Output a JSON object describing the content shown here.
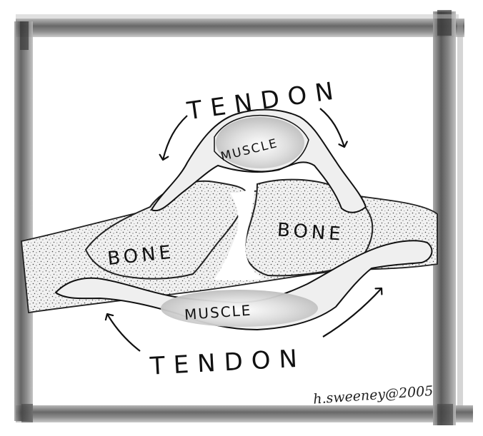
{
  "diagram": {
    "labels": {
      "tendon_top": "TENDON",
      "tendon_bottom": "TENDON",
      "muscle_top": "MUSCLE",
      "muscle_bottom": "MUSCLE",
      "bone_left": "BONE",
      "bone_right": "BONE"
    },
    "signature": "h.sweeney@2005"
  },
  "colors": {
    "frame": "#4a4a4a",
    "ink": "#111111",
    "bone_fill": "#e9e9e9",
    "stipple": "#555555",
    "tendon_fill": "#eeeeee",
    "muscle_fill": "#cfcfcf",
    "paper": "#ffffff"
  }
}
